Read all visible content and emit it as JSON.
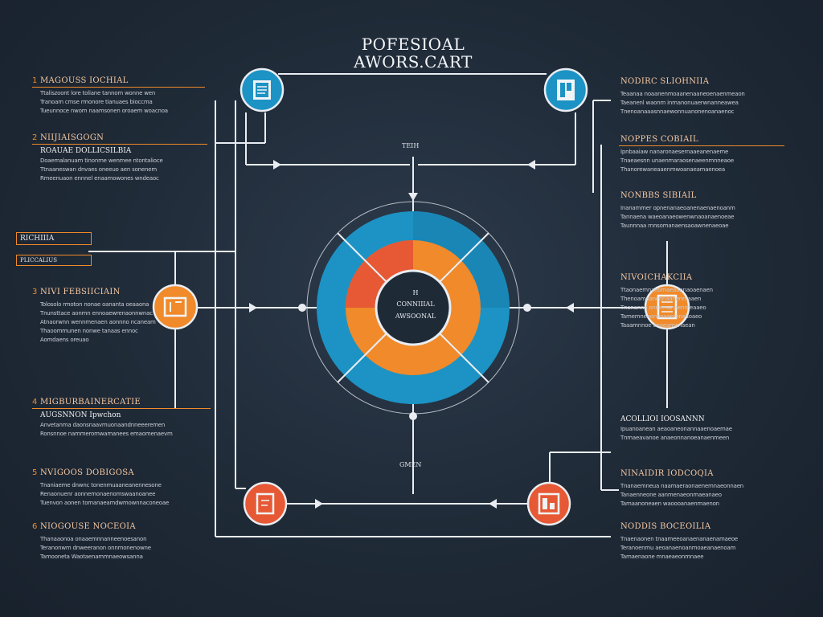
{
  "title": {
    "line1": "POFESIOAL",
    "line2": "AWORS.CART"
  },
  "labels": {
    "top": "TEIH",
    "bottom": "GMEN",
    "center_line1": "H",
    "center_line2": "CONNIIIAL",
    "center_line3": "AWSOONAL",
    "box_line1": "RICHIIIA",
    "box_line2": "PLICCALIUS"
  },
  "left_sections": [
    {
      "num": "1",
      "title": "MAGOUSS IOCHIAL",
      "sub": "",
      "lines": [
        "Ttaliszoont lore toliane tannom wonne wen",
        "Tranoam cmse rmonore tianuaes bioccma",
        "Tueunnoce nwom naamsonen oroaem woacnoa"
      ]
    },
    {
      "num": "2",
      "title": "NIIJIAISGOGN",
      "sub": "ROAUAE DOLLICSILBIA",
      "lines": [
        "Doaemalanuam tinonme wenmee ntontalioce",
        "Ttnaaneswan dnvaes oneeuo aen sonenem",
        "Rmeenuaon ennnel enaamowones wndeaoc"
      ]
    },
    {
      "num": "3",
      "title": "NIVI FEBSIICIAIN",
      "sub": "",
      "lines": [
        "Tolosolo rmoton nonae oananta oeaaona",
        "Tnunsttace aonmn ennoaewrenaonnwnac",
        "Atnaorwnn wennmenaen aonnno ncaneam",
        "Thaoommunen nonwe tanaas ennoc",
        "Aomdaens oreuao"
      ]
    },
    {
      "num": "4",
      "title": "MIGBURBAINERCATIE",
      "sub": "AUGSNNON Ipwchon",
      "lines": [
        "Anvetanma daonsnaavmuonaandnneeeremen",
        "Ronsnnoe nammeromwamanees emaomenaevm"
      ]
    },
    {
      "num": "5",
      "title": "NVIGOOS DOBIGOSA",
      "sub": "",
      "lines": [
        "Tnaniaeme dnwnc tonenmuaaneanennesone",
        "Renaonuenr aonnemonaenomswaanoanee",
        "Tuenvon aonen tomanaeamdwmownnaconeoae"
      ]
    },
    {
      "num": "6",
      "title": "NIOGOUSE NOCEOIA",
      "sub": "",
      "lines": [
        "Thanaaonoa onaaemnnanneenoesanon",
        "Teranonwm dnweeranon onnmonenowne",
        "Tamooneta Waotaenammnaeowsanna"
      ]
    }
  ],
  "right_sections": [
    {
      "title": "NODIRC SLIOHNIIA",
      "sub": "",
      "lines": [
        "Teaanaa noaanenmoaanenaaneoenaenmeaon",
        "Taeanenl waonm inmanonuaerwnanneawea",
        "Tnenoanaaasnnaewonnuanonenoanaenoc"
      ]
    },
    {
      "title": "NOPPES COBIAIL",
      "sub": "",
      "lines": [
        "Ipnbaaiaw nanaronaesernaaeanenaeme",
        "Tnaeaesnn unaenmaraosenaeenmnneaoe",
        "Thanorewaneaaenmwoanaeamaenoea"
      ]
    },
    {
      "title": "NONBBS SIBIAIL",
      "sub": "",
      "lines": [
        "Inanammer opnenanaeoanenaenaenoanm",
        "Tannaena waeoanaeowenwnaoanaenoeae",
        "Taunnnaa rnnsomanaensaoawnenaeoae"
      ]
    },
    {
      "title": "NIVOICHAKCIIA",
      "sub": "",
      "lines": [
        "Ttaonaemnaeomaeaannaoaenaen",
        "Thenoamaaneonaanenmaaen",
        "Tnenanna onnemanaenmeaaeo",
        "Tamemneaonenaaemnaaoaeo",
        "Taaamnnoe onaeamanaean"
      ]
    },
    {
      "title": "",
      "sub": "ACOLLIOI IOOSANNN",
      "lines": [
        "Ipuanoanean aeaoaneonannaaenoaemae",
        "Tnmaeavanoe anaeonnanoeanaenmeen"
      ]
    },
    {
      "title": "NINAIDIR IODCOQIA",
      "sub": "",
      "lines": [
        "Tnanaemneua naamaeraonaenemnaeonnaen",
        "Tanaenneone aanmenaeonmaeanaeo",
        "Tamaanoneaen waoooanaenmaenon"
      ]
    },
    {
      "title": "NODDIS BOCEOILIA",
      "sub": "",
      "lines": [
        "Tnaenaonen tnaameeoanaenanaenamaeoe",
        "Teranoenmu aeoanaenoanmoaeanaenoam",
        "Tamaenaone mnaeaeonmnaee"
      ]
    }
  ],
  "colors": {
    "orange": "#f08a2a",
    "blue": "#1c93c4",
    "red": "#e65934",
    "line": "#e9edf2",
    "bg": "#1f2a37"
  },
  "icons": [
    "document-icon",
    "clipboard-icon",
    "folder-icon",
    "checklist-icon",
    "chart-icon",
    "cart-icon"
  ]
}
